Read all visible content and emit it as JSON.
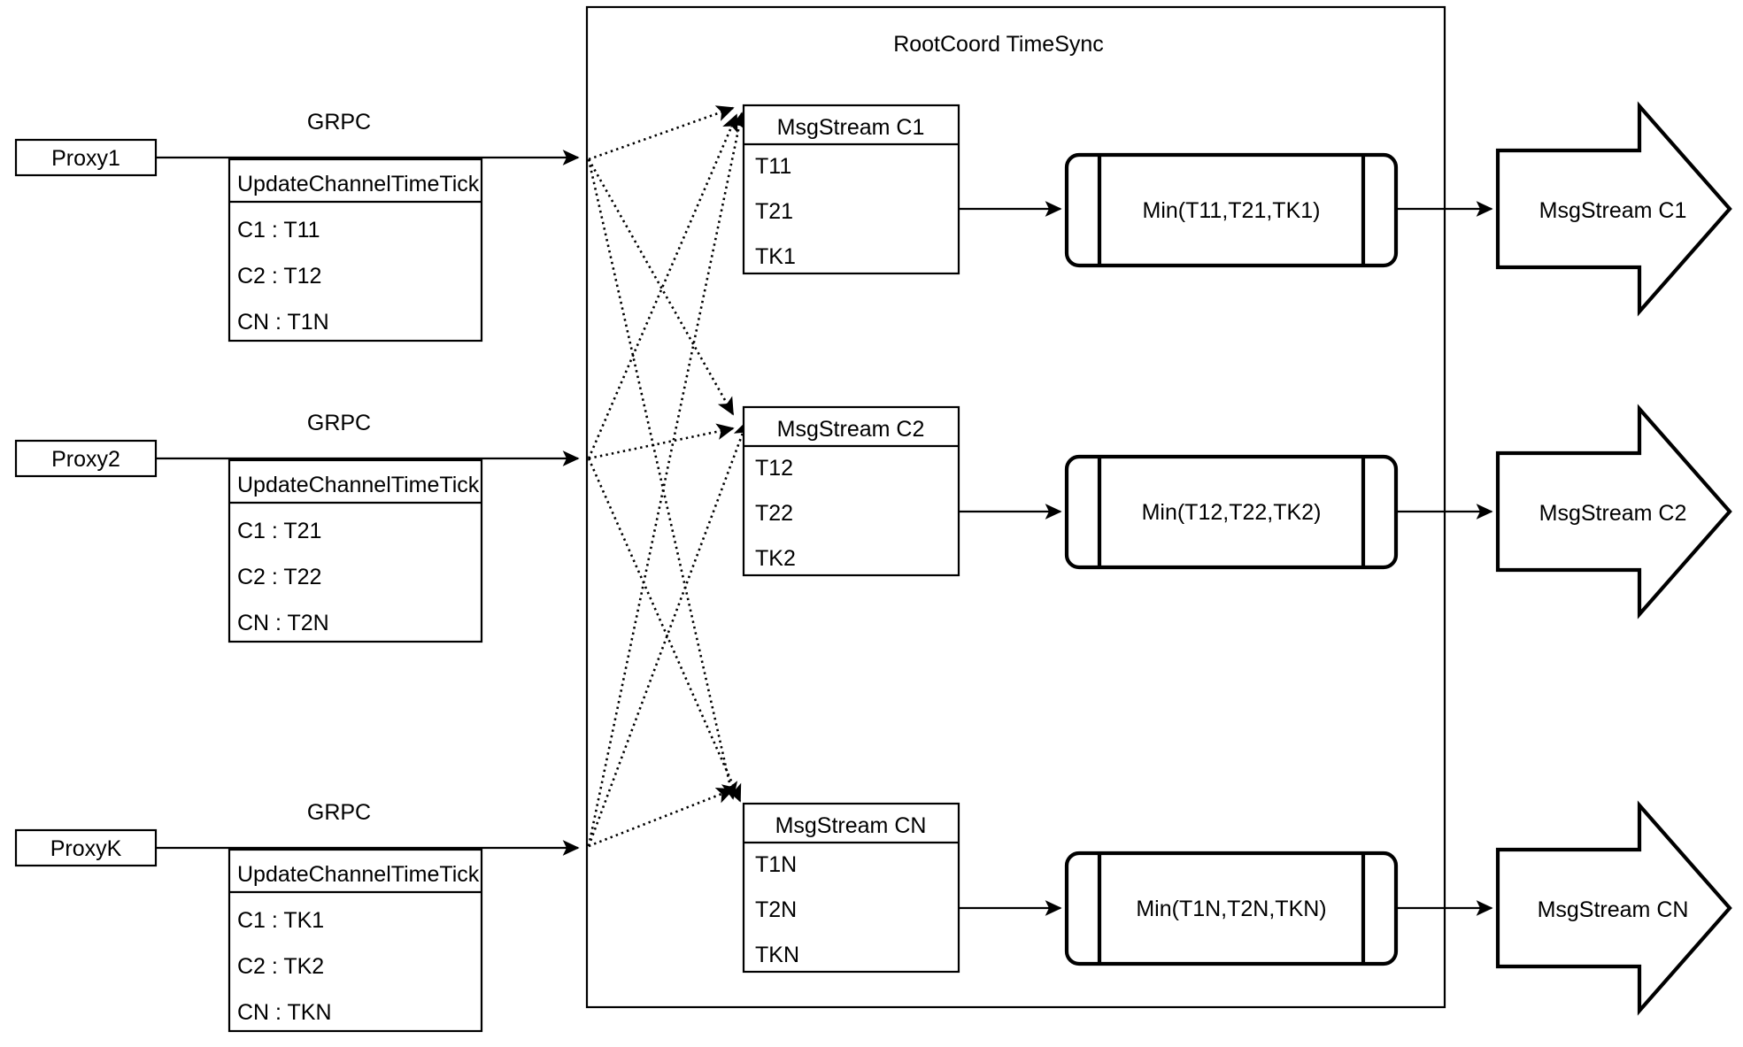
{
  "diagram": {
    "title": "RootCoord TimeSync",
    "container_label": "RootCoord TimeSync",
    "edge_label": "GRPC",
    "proxies": [
      {
        "name": "Proxy1",
        "link_label": "GRPC",
        "rpc_header": "UpdateChannelTimeTick",
        "rows": [
          "C1 :  T11",
          "C2 :  T12",
          "CN : T1N"
        ]
      },
      {
        "name": "Proxy2",
        "link_label": "GRPC",
        "rpc_header": "UpdateChannelTimeTick",
        "rows": [
          "C1 :  T21",
          "C2 :  T22",
          "CN : T2N"
        ]
      },
      {
        "name": "ProxyK",
        "link_label": "GRPC",
        "rpc_header": "UpdateChannelTimeTick",
        "rows": [
          "C1 :  TK1",
          "C2 :  TK2",
          "CN : TKN"
        ]
      }
    ],
    "channels": [
      {
        "msgstream_title": "MsgStream C1",
        "ticks": [
          "T11",
          "T21",
          "TK1"
        ],
        "min_label": "Min(T11,T21,TK1)",
        "output_label": "MsgStream C1"
      },
      {
        "msgstream_title": "MsgStream C2",
        "ticks": [
          "T12",
          "T22",
          "TK2"
        ],
        "min_label": "Min(T12,T22,TK2)",
        "output_label": "MsgStream C2"
      },
      {
        "msgstream_title": "MsgStream CN",
        "ticks": [
          "T1N",
          "T2N",
          "TKN"
        ],
        "min_label": "Min(T1N,T2N,TKN)",
        "output_label": "MsgStream CN"
      }
    ],
    "colors": {
      "stroke": "#000000",
      "fill": "#ffffff",
      "text": "#000000"
    }
  }
}
